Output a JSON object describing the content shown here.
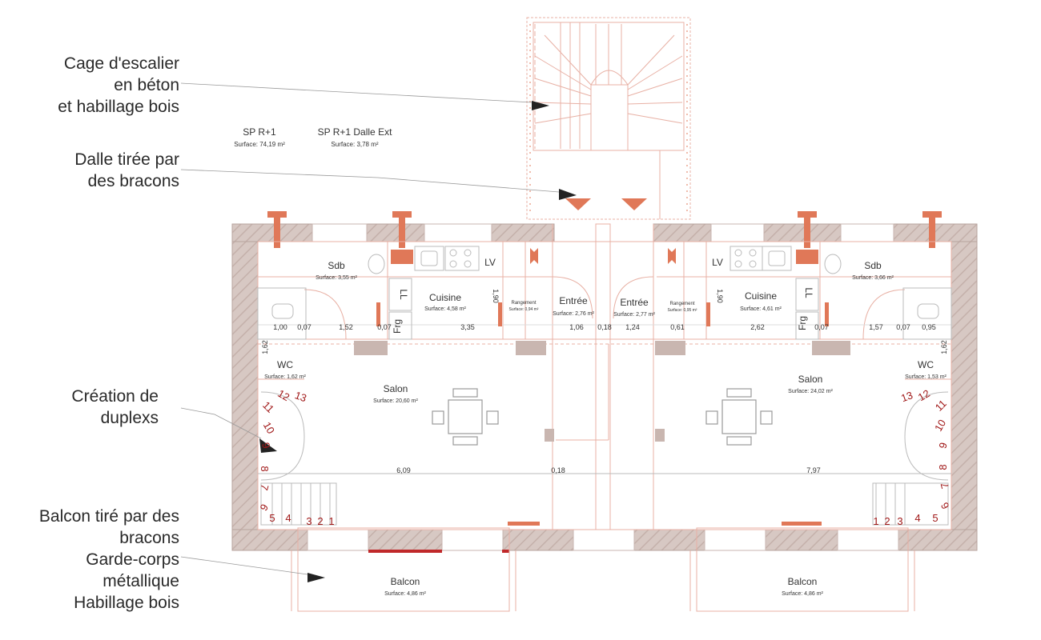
{
  "annotations": {
    "cage": [
      "Cage d'escalier",
      "en béton",
      "et habillage bois"
    ],
    "dalle": [
      "Dalle tirée par",
      "des bracons"
    ],
    "duplex": [
      "Création de",
      "duplexs"
    ],
    "balcon": [
      "Balcon tiré par des",
      "bracons",
      "Garde-corps",
      "métallique",
      "Habillage bois"
    ]
  },
  "summary": {
    "sp": {
      "title": "SP R+1",
      "surface": "Surface: 74,19 m²"
    },
    "dalle": {
      "title": "SP R+1 Dalle Ext",
      "surface": "Surface: 3,78 m²"
    }
  },
  "rooms": {
    "sdb_l": {
      "name": "Sdb",
      "surface": "Surface: 3,55 m²"
    },
    "cuisine_l": {
      "name": "Cuisine",
      "surface": "Surface: 4,58 m²"
    },
    "rangement_l": {
      "name": "Rangement",
      "surface": "Surface: 0,94 m²"
    },
    "entree_l": {
      "name": "Entrée",
      "surface": "Surface: 2,76 m²"
    },
    "entree_r": {
      "name": "Entrée",
      "surface": "Surface: 2,77 m²"
    },
    "rangement_r": {
      "name": "Rangement",
      "surface": "Surface: 0,95 m²"
    },
    "cuisine_r": {
      "name": "Cuisine",
      "surface": "Surface: 4,61 m²"
    },
    "sdb_r": {
      "name": "Sdb",
      "surface": "Surface: 3,66 m²"
    },
    "wc_l": {
      "name": "WC",
      "surface": "Surface: 1,62 m²"
    },
    "wc_r": {
      "name": "WC",
      "surface": "Surface: 1,53 m²"
    },
    "salon_l": {
      "name": "Salon",
      "surface": "Surface: 20,60 m²"
    },
    "salon_r": {
      "name": "Salon",
      "surface": "Surface: 24,02 m²"
    },
    "balcon_l": {
      "name": "Balcon",
      "surface": "Surface: 4,86 m²"
    },
    "balcon_r": {
      "name": "Balcon",
      "surface": "Surface: 4,86 m²"
    }
  },
  "fixtures": {
    "lv": "LV",
    "ll": "LL",
    "frg": "Frg"
  },
  "dimensions": {
    "row": [
      "1,00",
      "0,07",
      "1,52",
      "0,07",
      "3,35",
      "1,90",
      "1,06",
      "0,18",
      "1,24",
      "0,61",
      "1,90",
      "2,62",
      "0,07",
      "1,57",
      "0,07",
      "0,95"
    ],
    "wc_h": "1,62",
    "bottom": [
      "6,09",
      "0,18",
      "7,97"
    ]
  },
  "stairs": {
    "left": [
      "13",
      "12",
      "11",
      "10",
      "9",
      "8",
      "7",
      "6",
      "5",
      "4",
      "3",
      "2",
      "1"
    ],
    "right": [
      "13",
      "12",
      "11",
      "10",
      "9",
      "8",
      "7",
      "6",
      "5",
      "4",
      "3",
      "2",
      "1"
    ]
  },
  "colors": {
    "wall": "#cdbdb8",
    "accent": "#e07858",
    "line": "#e8b0a4",
    "red": "#c0282a",
    "step_text": "#a01818"
  }
}
